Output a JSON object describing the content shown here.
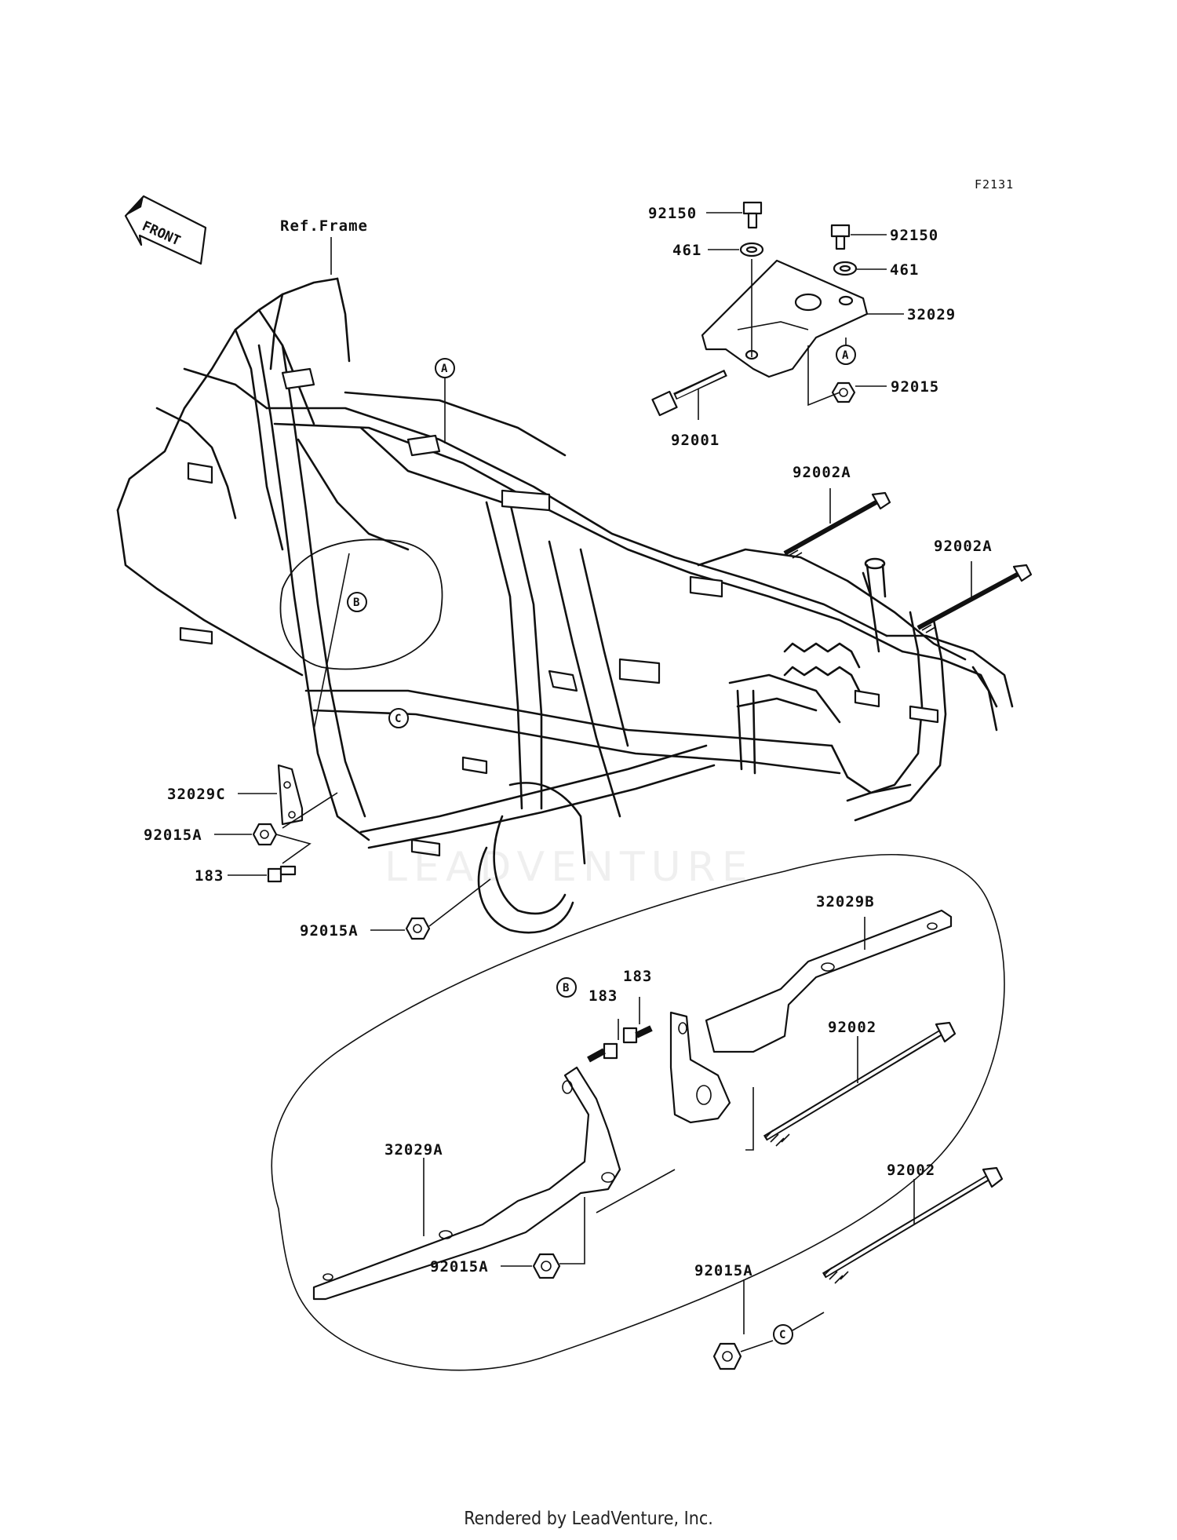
{
  "figure_id": "F2131",
  "front_label": "FRONT",
  "ref_frame_label": "Ref.Frame",
  "watermark": "LEADVENTURE",
  "footer": "Rendered by LeadVenture, Inc.",
  "callouts": {
    "a": "A",
    "b": "B",
    "c": "C"
  },
  "parts": {
    "p92150_left": "92150",
    "p92150_right": "92150",
    "p461_left": "461",
    "p461_right": "461",
    "p32029": "32029",
    "p92015": "92015",
    "p92001": "92001",
    "p92002A_top": "92002A",
    "p92002A_mid": "92002A",
    "p32029C": "32029C",
    "p92015A_left": "92015A",
    "p183_left": "183",
    "p92015A_frame": "92015A",
    "p32029B": "32029B",
    "p183_inset_a": "183",
    "p183_inset_b": "183",
    "p92002_inset": "92002",
    "p32029A": "32029A",
    "p92002_bottom": "92002",
    "p92015A_inset": "92015A",
    "p92015A_bottom": "92015A"
  }
}
